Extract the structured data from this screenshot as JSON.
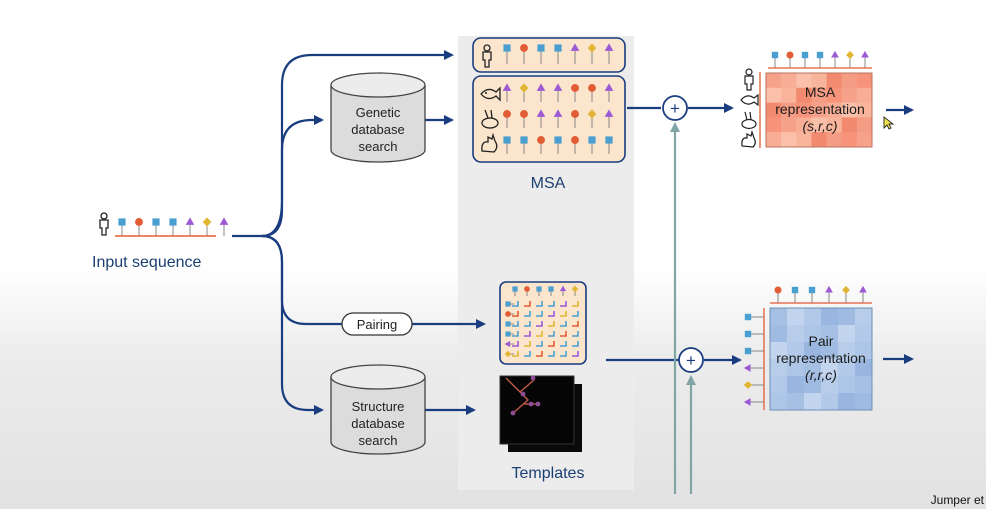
{
  "labels": {
    "input_sequence": "Input sequence",
    "genetic_search": [
      "Genetic",
      "database",
      "search"
    ],
    "structure_search": [
      "Structure",
      "database",
      "search"
    ],
    "pairing": "Pairing",
    "msa": "MSA",
    "templates": "Templates",
    "msa_representation": [
      "MSA",
      "representation",
      "(s,r,c)"
    ],
    "pair_representation": [
      "Pair",
      "representation",
      "(r,r,c)"
    ],
    "plus_symbol": "+",
    "credit": "Jumper et"
  },
  "icons": {
    "human": "human-icon",
    "fish": "fish-icon",
    "rabbit": "rabbit-icon",
    "rooster": "rooster-icon",
    "cursor": "mouse-cursor-icon",
    "database": "database-cylinder-icon"
  },
  "residue_sequence": [
    {
      "shape": "square",
      "color": "#4a9fd1"
    },
    {
      "shape": "circle",
      "color": "#e25c35"
    },
    {
      "shape": "square",
      "color": "#4a9fd1"
    },
    {
      "shape": "square",
      "color": "#4a9fd1"
    },
    {
      "shape": "triangle",
      "color": "#9b59d6"
    },
    {
      "shape": "diamond",
      "color": "#e0b634"
    },
    {
      "shape": "triangle",
      "color": "#9b59d6"
    }
  ],
  "msa_rows": [
    [
      "triangle",
      "diamond",
      "triangle",
      "triangle",
      "circle",
      "circle",
      "triangle"
    ],
    [
      "circle",
      "circle",
      "triangle",
      "triangle",
      "circle",
      "diamond",
      "triangle"
    ],
    [
      "square",
      "square",
      "circle",
      "square",
      "circle",
      "square",
      "square"
    ]
  ],
  "colors": {
    "arrow": "#1a3d80",
    "arrow_teal": "#7fa5a5",
    "msa_box_fill": "#fbe5cc",
    "msa_box_stroke": "#1a3d80",
    "msa_rep_fill": "#f7a58d",
    "pair_rep_fill": "#a9c3e6",
    "gray_panel": "#ececec",
    "cylinder_fill": "#dcdcdc"
  }
}
